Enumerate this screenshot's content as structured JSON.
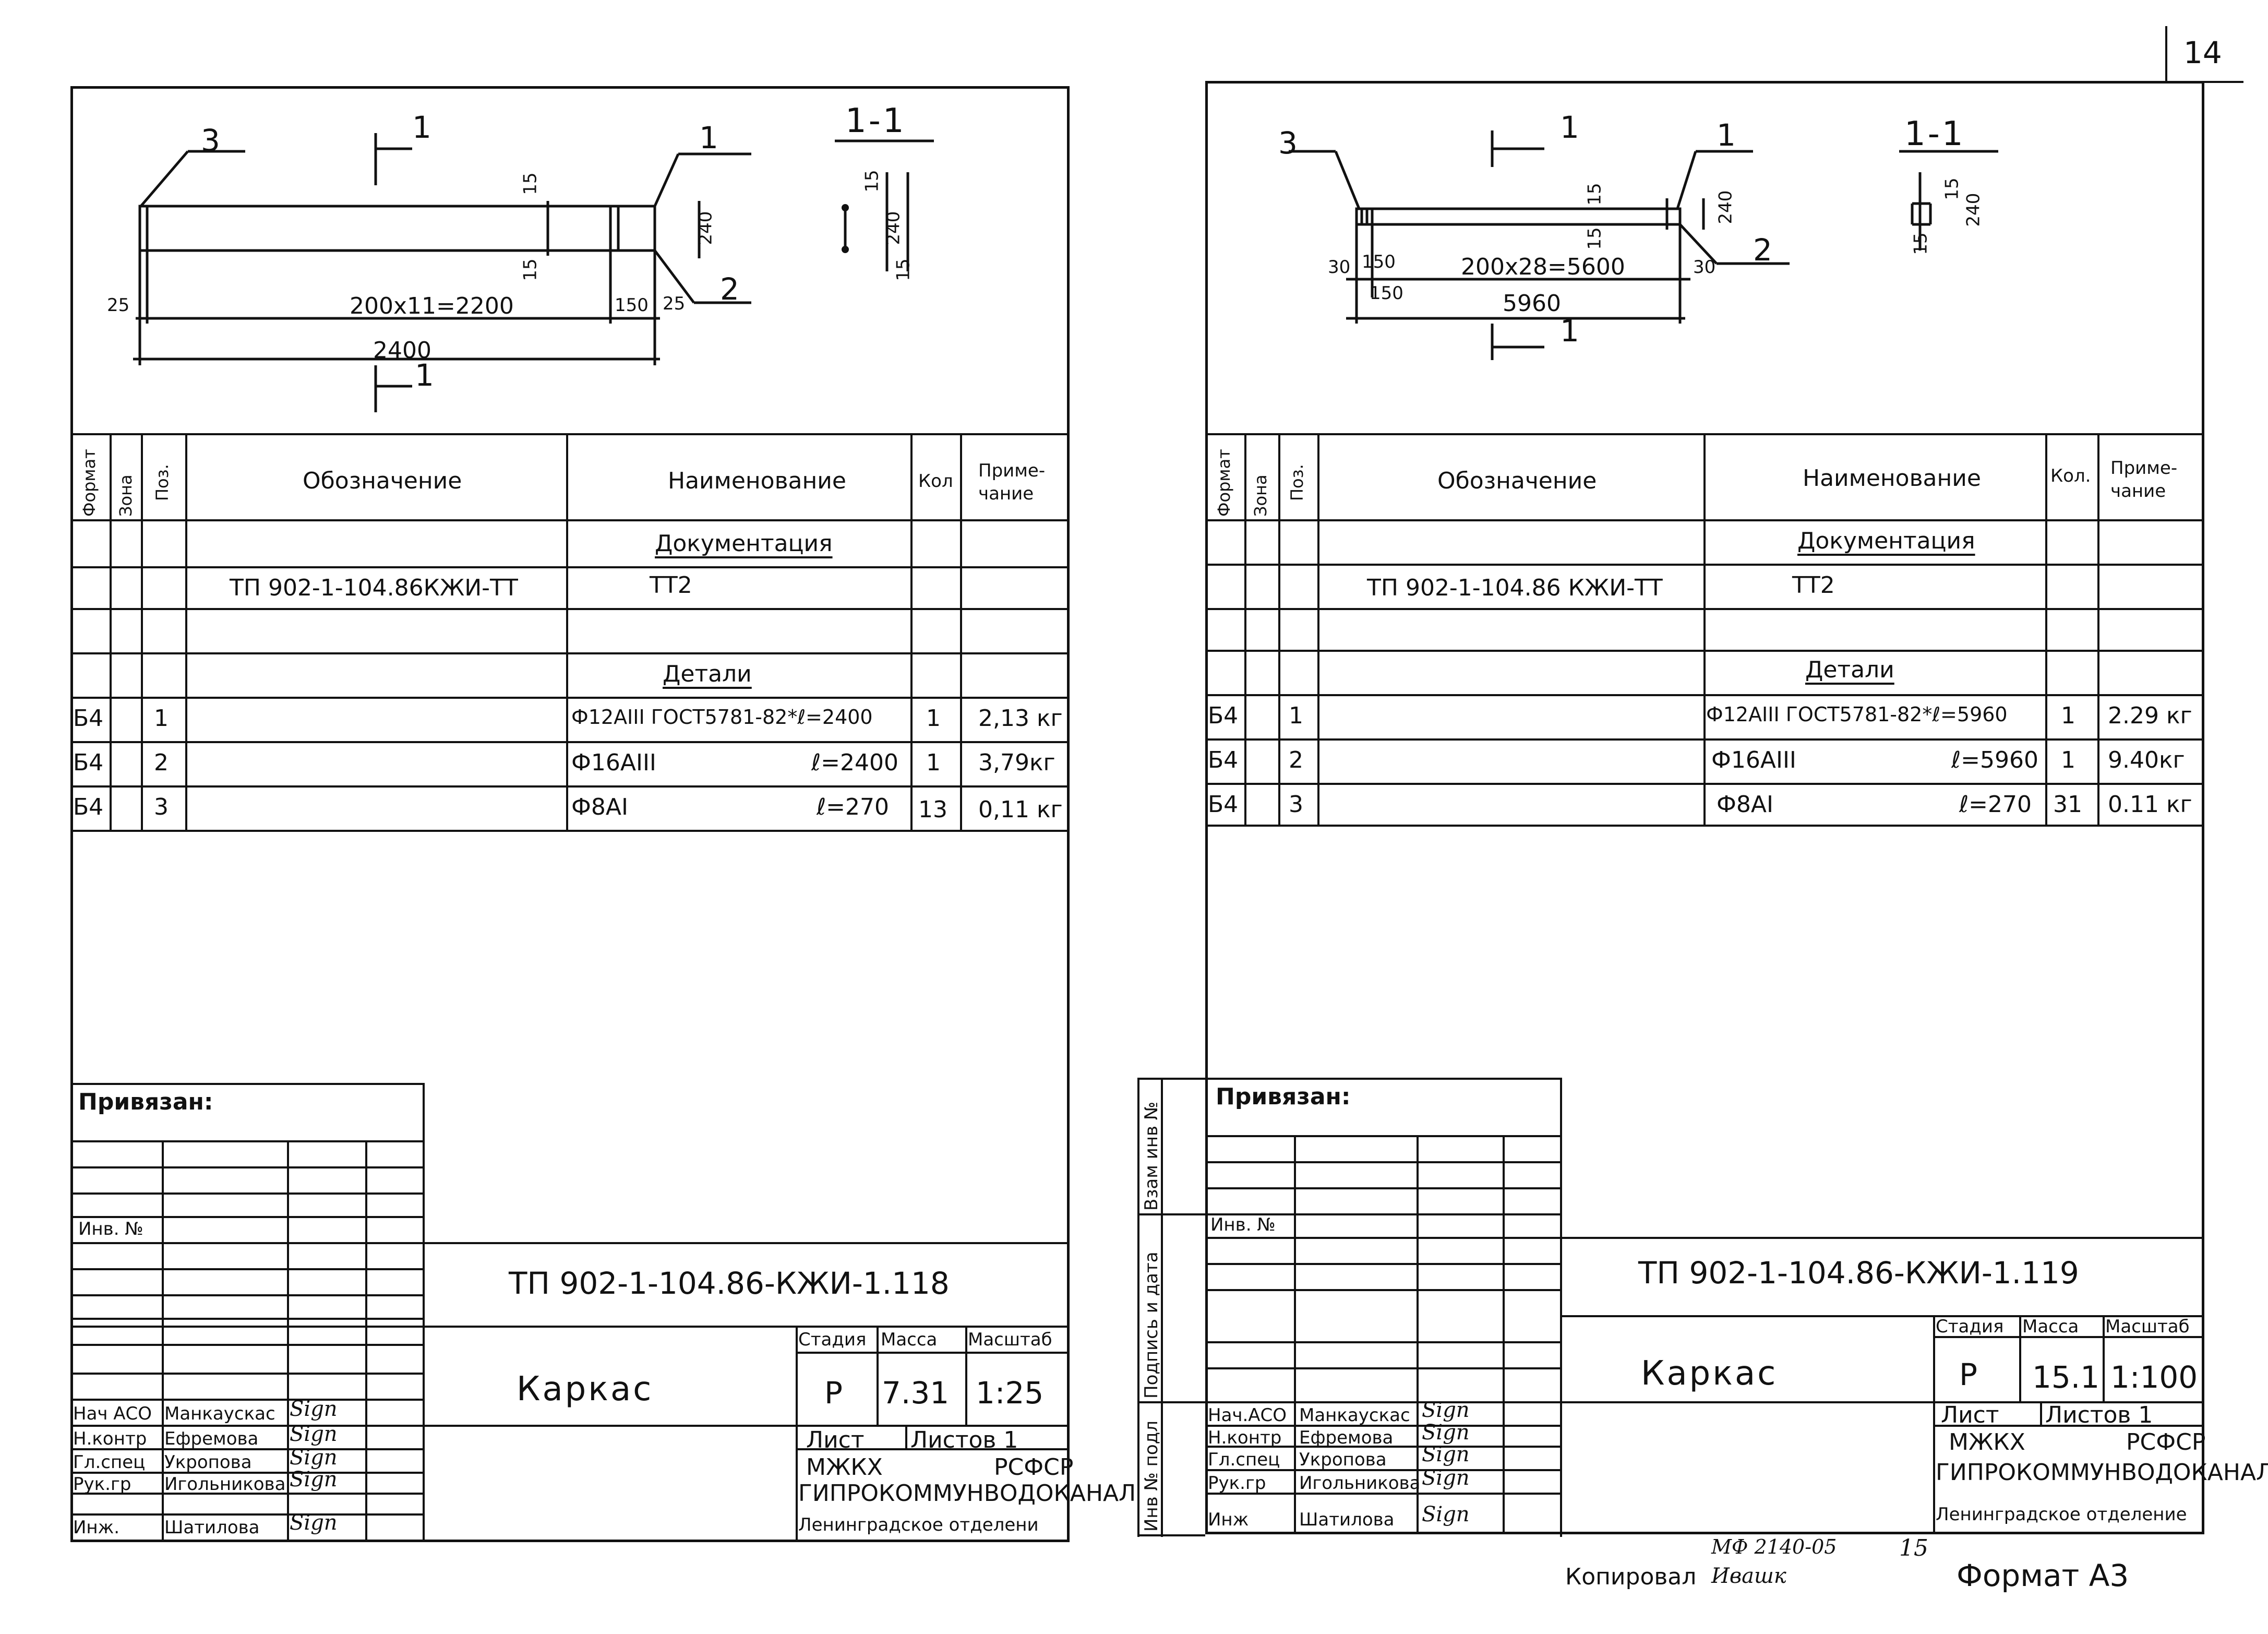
{
  "page_number": "14",
  "sheets": [
    {
      "drawing": {
        "section_mark": "1-1",
        "cut_label": "1",
        "pos_labels": [
          "3",
          "1",
          "2"
        ],
        "dims": {
          "cover_top": "15",
          "height": "240",
          "cover_bottom": "15",
          "span": "200x11=2200",
          "end_left": "25",
          "end_right": "25",
          "edge": "150",
          "total": "2400",
          "sec_top": "15",
          "sec_mid": "240",
          "sec_bot": "15"
        }
      },
      "headers": {
        "format": "Формат",
        "zone": "Зона",
        "pos": "Поз.",
        "designation": "Обозначение",
        "name": "Наименование",
        "qty": "Кол",
        "note": "Приме-\nчание"
      },
      "section_doc": "Документация",
      "doc_row": {
        "designation": "ТП 902-1-104.86КЖИ-ТТ",
        "name": "ТТ2"
      },
      "section_parts": "Детали",
      "rows": [
        {
          "format": "Б4",
          "pos": "1",
          "name": "Ф12АIII ГОСТ5781-82*ℓ=2400",
          "len": "",
          "qty": "1",
          "note": "2,13 кг"
        },
        {
          "format": "Б4",
          "pos": "2",
          "name": "Ф16АIII",
          "len": "ℓ=2400",
          "qty": "1",
          "note": "3,79кг"
        },
        {
          "format": "Б4",
          "pos": "3",
          "name": "Ф8АI",
          "len": "ℓ=270",
          "qty": "13",
          "note": "0,11 кг"
        }
      ],
      "stamp": {
        "tied": "Привязан:",
        "inv": "Инв. №",
        "code": "ТП 902-1-104.86-КЖИ-1.118",
        "title": "Каркас",
        "stage_h": "Стадия",
        "mass_h": "Масса",
        "scale_h": "Масштаб",
        "stage": "Р",
        "mass": "7.31",
        "scale": "1:25",
        "sheet": "Лист",
        "sheets": "Листов 1",
        "org1": "МЖКХ",
        "org2": "РСФСР",
        "org3": "ГИПРОКОММУНВОДОКАНАЛ",
        "org4": "Ленинградское отделени",
        "people": [
          {
            "role": "Нач АСО",
            "name": "Манкаускас",
            "sig": "Sign"
          },
          {
            "role": "Н.контр",
            "name": "Ефремова",
            "sig": "Sign"
          },
          {
            "role": "Гл.спец",
            "name": "Укропова",
            "sig": "Sign"
          },
          {
            "role": "Рук.гр",
            "name": "Игольникова",
            "sig": "Sign"
          },
          {
            "role": "Инж.",
            "name": "Шатилова",
            "sig": "Sign"
          }
        ]
      }
    },
    {
      "drawing": {
        "section_mark": "1-1",
        "cut_label": "1",
        "pos_labels": [
          "3",
          "1",
          "2"
        ],
        "dims": {
          "cover_top": "15",
          "height": "240",
          "cover_bottom": "15",
          "span": "200x28=5600",
          "end_left": "30",
          "end_right": "30",
          "edge": "150",
          "edge2": "150",
          "total": "5960",
          "sec_top": "15",
          "sec_mid": "240",
          "sec_bot": "15"
        }
      },
      "headers": {
        "format": "Формат",
        "zone": "Зона",
        "pos": "Поз.",
        "designation": "Обозначение",
        "name": "Наименование",
        "qty": "Кол.",
        "note": "Приме-\nчание"
      },
      "section_doc": "Документация",
      "doc_row": {
        "designation": "ТП 902-1-104.86 КЖИ-ТТ",
        "name": "ТТ2"
      },
      "section_parts": "Детали",
      "rows": [
        {
          "format": "Б4",
          "pos": "1",
          "name": "Ф12АIII ГОСТ5781-82*ℓ=5960",
          "len": "",
          "qty": "1",
          "note": "2.29 кг"
        },
        {
          "format": "Б4",
          "pos": "2",
          "name": "Ф16АIII",
          "len": "ℓ=5960",
          "qty": "1",
          "note": "9.40кг"
        },
        {
          "format": "Б4",
          "pos": "3",
          "name": "Ф8АI",
          "len": "ℓ=270",
          "qty": "31",
          "note": "0.11 кг"
        }
      ],
      "stamp": {
        "tied": "Привязан:",
        "inv": "Инв. №",
        "code": "ТП 902-1-104.86-КЖИ-1.119",
        "title": "Каркас",
        "stage_h": "Стадия",
        "mass_h": "Масса",
        "scale_h": "Масштаб",
        "stage": "Р",
        "mass": "15.1",
        "scale": "1:100",
        "sheet": "Лист",
        "sheets": "Листов 1",
        "org1": "МЖКХ",
        "org2": "РСФСР",
        "org3": "ГИПРОКОММУНВОДОКАНАЛ",
        "org4": "Ленинградское отделение",
        "side": [
          "Взам инв №",
          "Подпись и дата",
          "Инв № подл"
        ],
        "people": [
          {
            "role": "Нач.АСО",
            "name": "Манкаускас",
            "sig": "Sign"
          },
          {
            "role": "Н.контр",
            "name": "Ефремова",
            "sig": "Sign"
          },
          {
            "role": "Гл.спец",
            "name": "Укропова",
            "sig": "Sign"
          },
          {
            "role": "Рук.гр",
            "name": "Игольникова",
            "sig": "Sign"
          },
          {
            "role": "Инж",
            "name": "Шатилова",
            "sig": "Sign"
          }
        ]
      }
    }
  ],
  "footer": {
    "mf": "МФ 2140-05",
    "mf_num": "15",
    "copied": "Копировал",
    "copied_sig": "Ивашк",
    "format": "Формат А3"
  }
}
